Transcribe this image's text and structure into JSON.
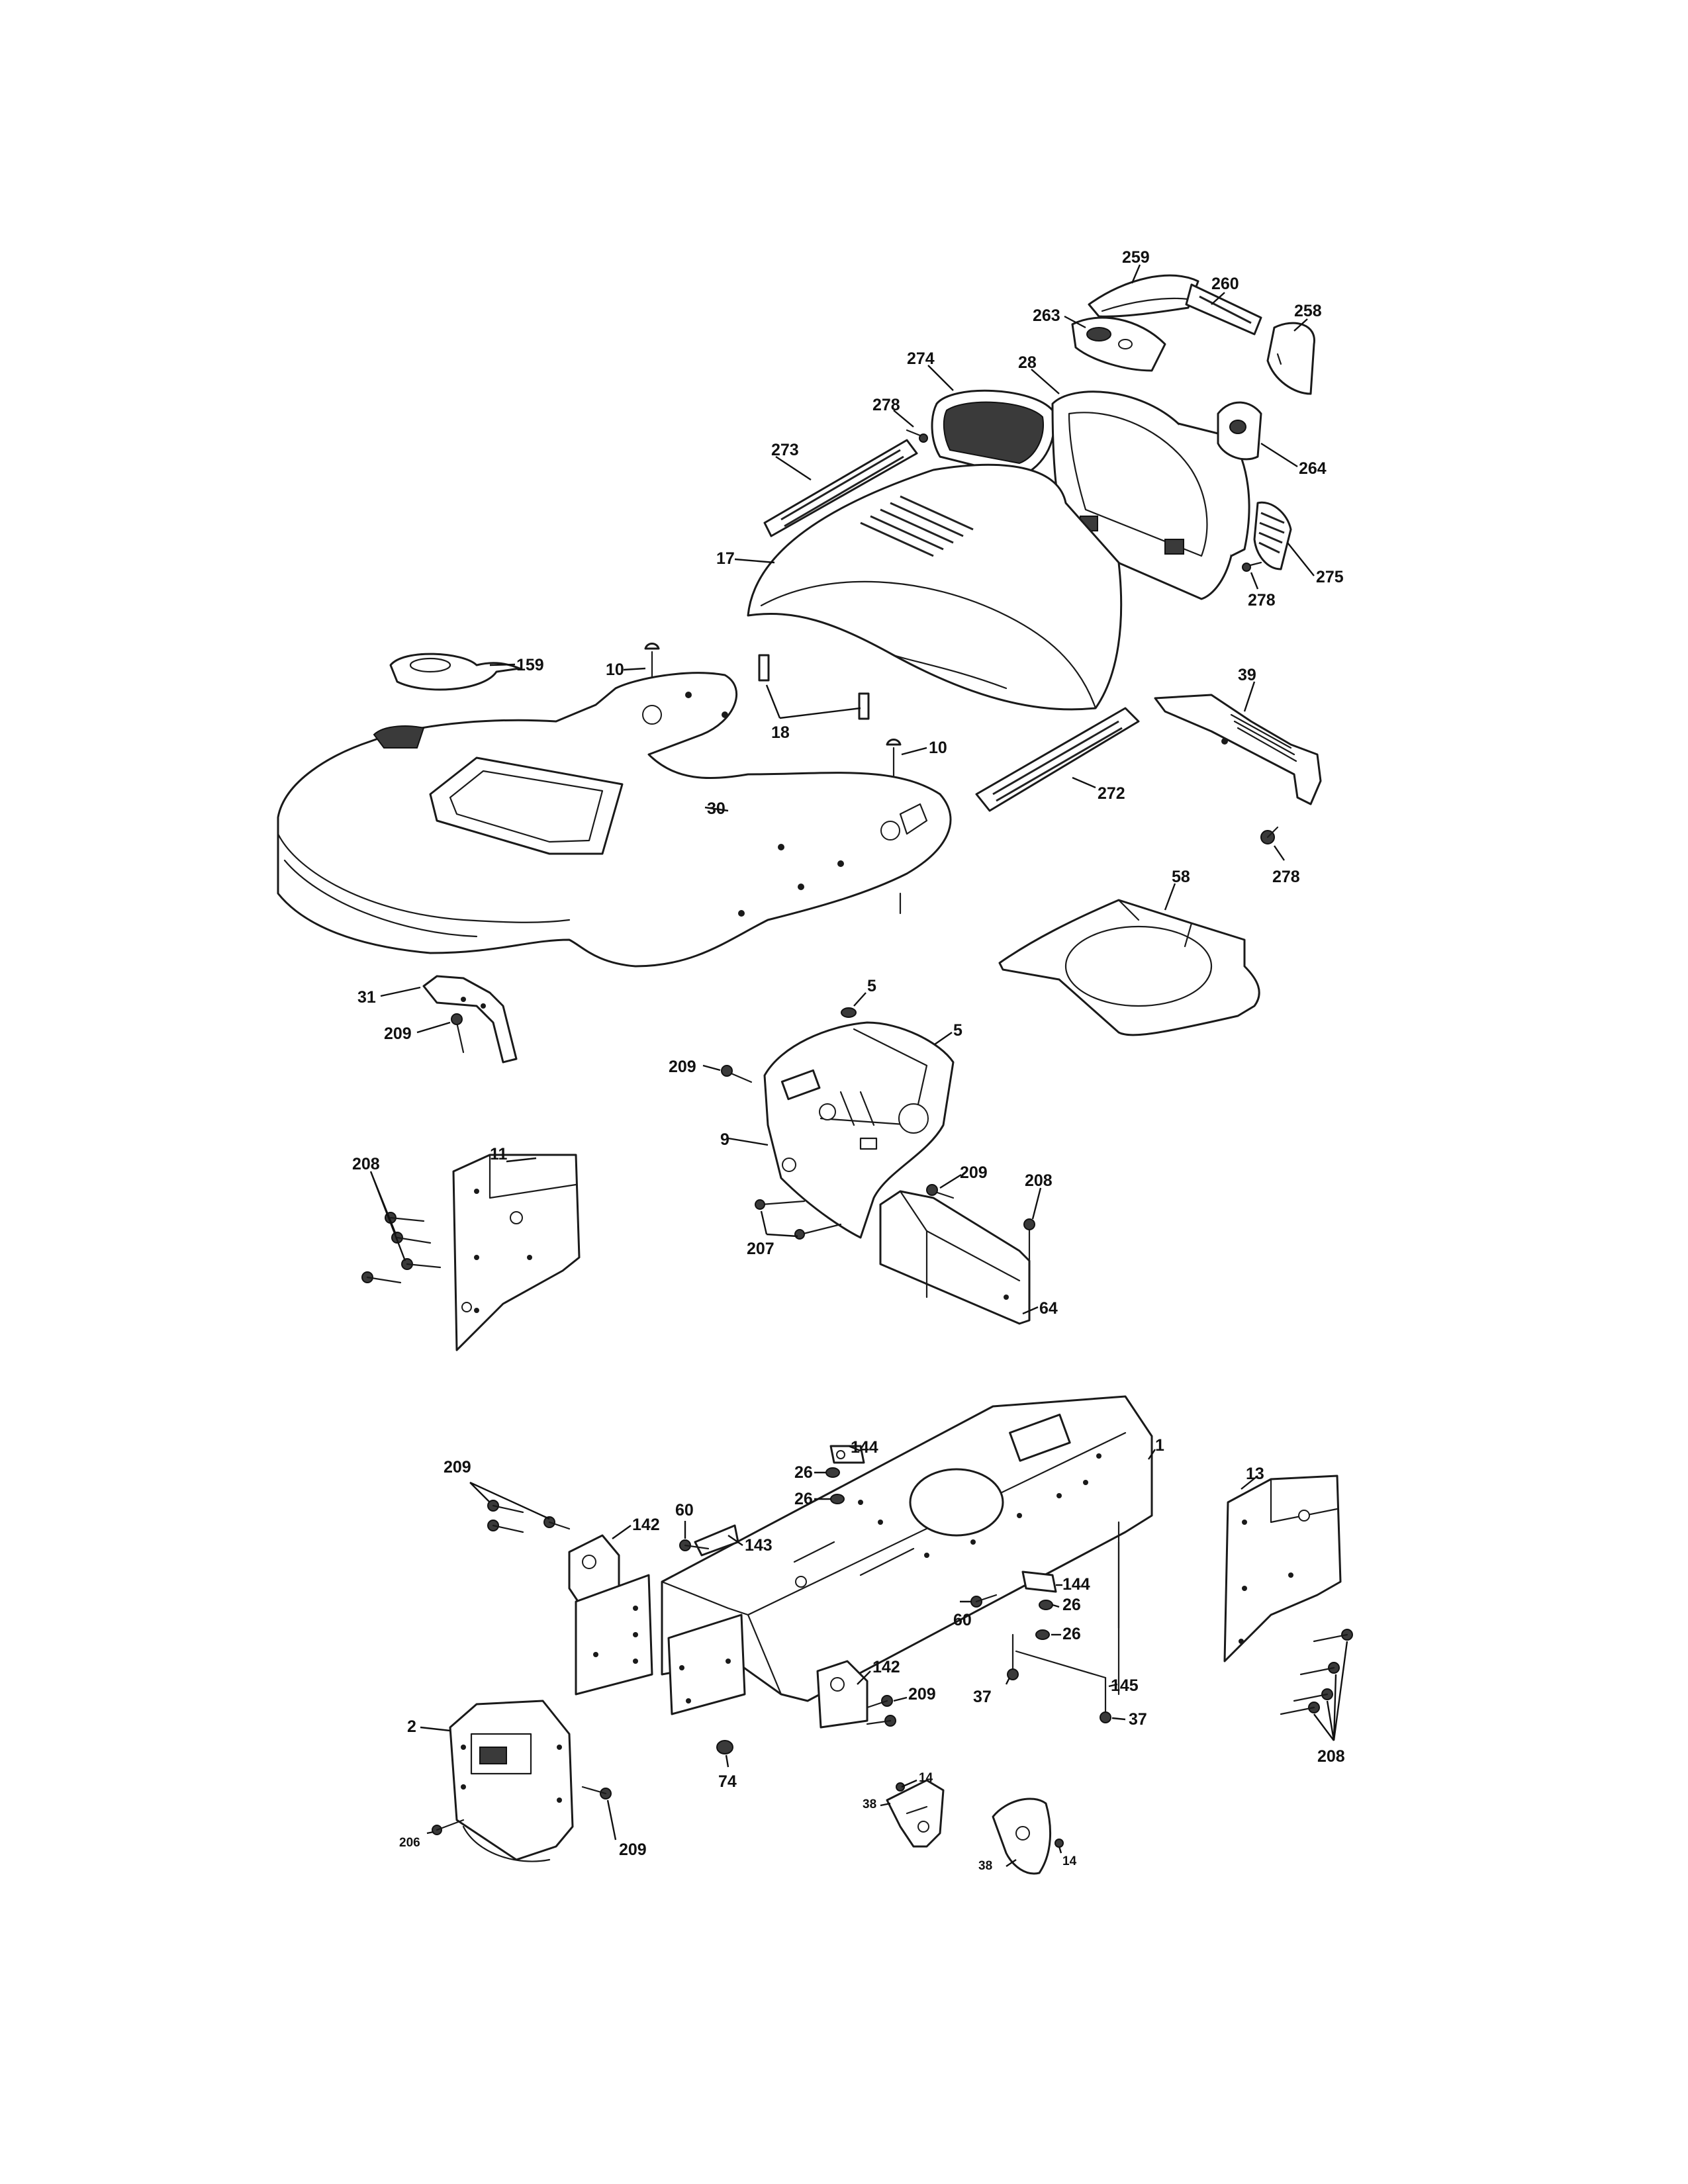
{
  "diagram": {
    "labels": {
      "p259": "259",
      "p260": "260",
      "p258": "258",
      "p263": "263",
      "p274": "274",
      "p28": "28",
      "p278a": "278",
      "p264": "264",
      "p273": "273",
      "p17": "17",
      "p275": "275",
      "p278b": "278",
      "p159": "159",
      "p10a": "10",
      "p18": "18",
      "p10b": "10",
      "p39": "39",
      "p30": "30",
      "p272": "272",
      "p278c": "278",
      "p58": "58",
      "p31": "31",
      "p209a": "209",
      "p5a": "5",
      "p5b": "5",
      "p209b": "209",
      "p9": "9",
      "p11": "11",
      "p208a": "208",
      "p209c": "209",
      "p208b": "208",
      "p207": "207",
      "p64": "64",
      "p1": "1",
      "p209d": "209",
      "p144a": "144",
      "p26a": "26",
      "p13": "13",
      "p26b": "26",
      "p60a": "60",
      "p142a": "142",
      "p143": "143",
      "p144b": "144",
      "p26c": "26",
      "p60b": "60",
      "p26d": "26",
      "p142b": "142",
      "p209e": "209",
      "p37a": "37",
      "p145": "145",
      "p37b": "37",
      "p2": "2",
      "p208c": "208",
      "p74": "74",
      "p14a": "14",
      "p38a": "38",
      "p206": "206",
      "p209f": "209",
      "p38b": "38",
      "p14b": "14"
    }
  }
}
